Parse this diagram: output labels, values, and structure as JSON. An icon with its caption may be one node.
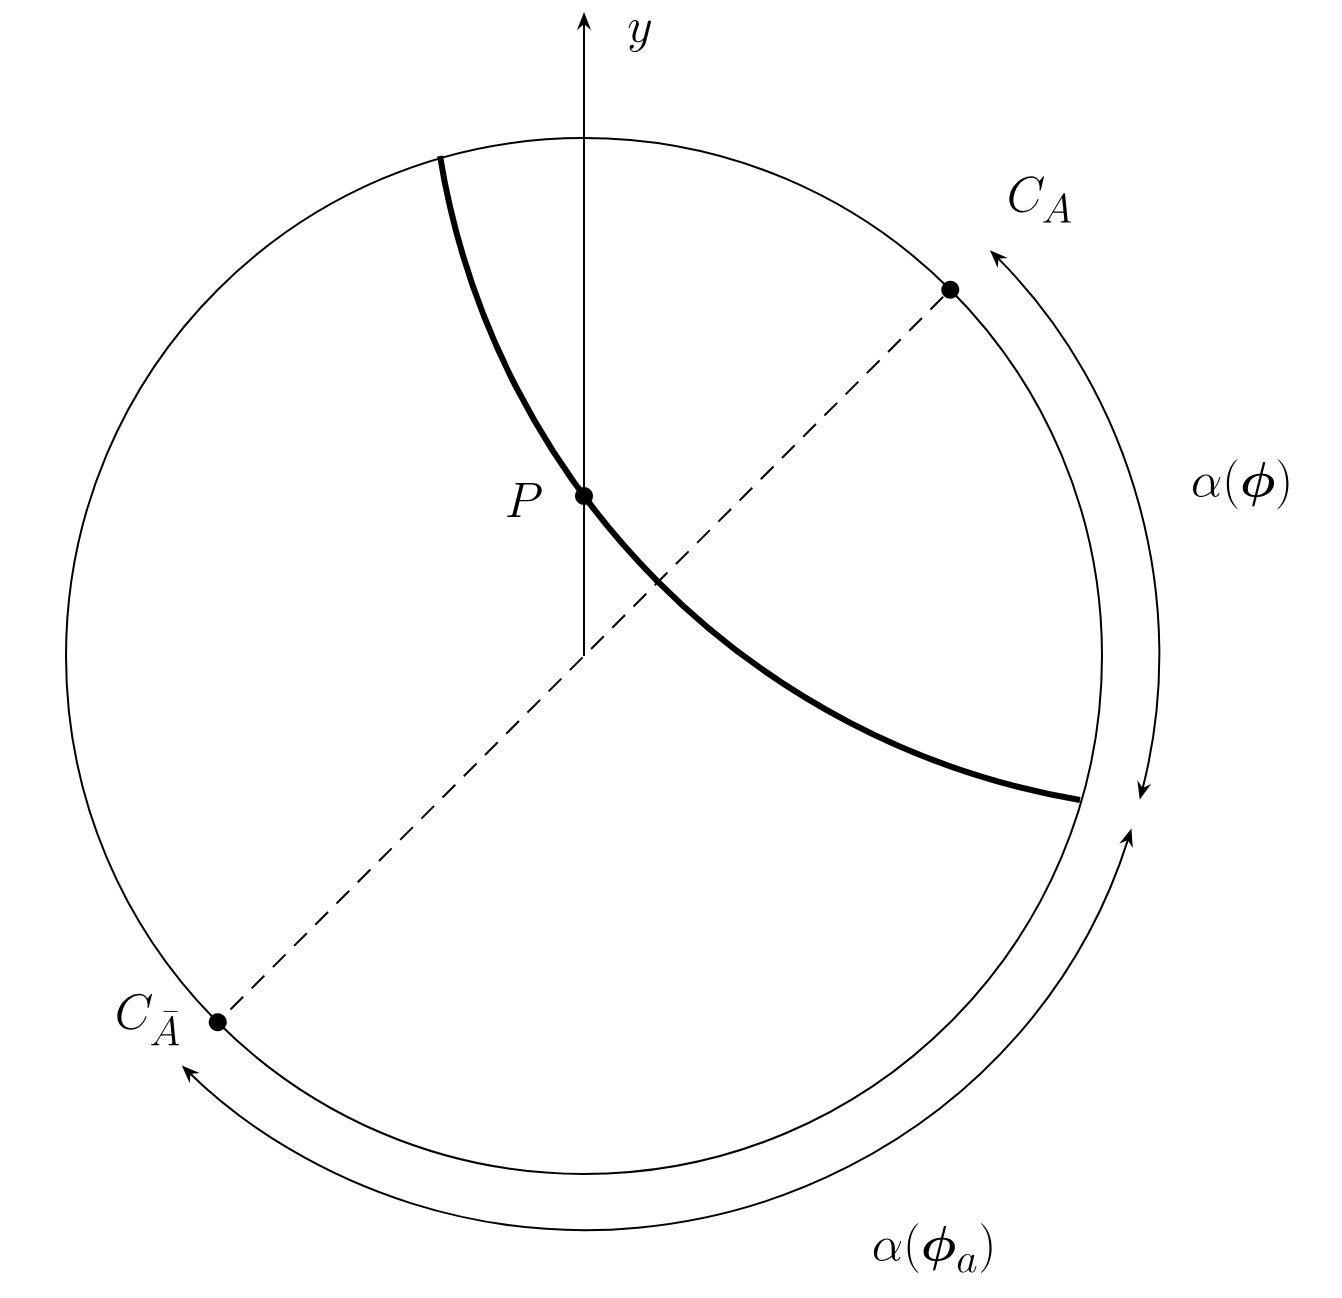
{
  "diagram": {
    "nodes": [
      {
        "text": [],
        "shape": "circle",
        "beside": [
          "C_A"
        ]
      },
      {
        "text": [],
        "shape": "circle",
        "beside": [
          "C_{\\bar{A}}"
        ]
      },
      {
        "text": [],
        "shape": "circle",
        "beside": [
          "P"
        ]
      }
    ],
    "edges": [
      {
        "from": 0,
        "to": 1,
        "arrow": "none",
        "style": "dashed"
      }
    ],
    "labels": [
      "y",
      "\\alpha(\\boldsymbol{\\phi})",
      "\\alpha(\\boldsymbol{\\phi}_a)"
    ]
  }
}
